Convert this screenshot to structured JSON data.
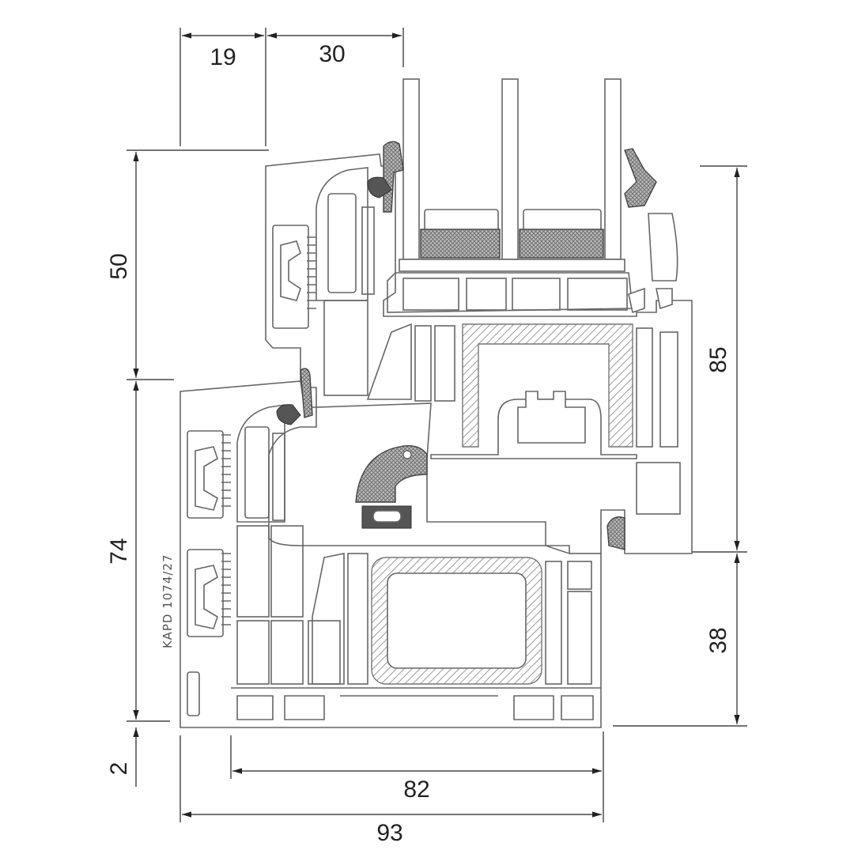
{
  "drawing": {
    "title_stamp": "KAPD 1074/27",
    "dimensions": {
      "top_left": "19",
      "top_right": "30",
      "left_upper": "50",
      "left_middle": "74",
      "left_lower": "2",
      "right_upper": "85",
      "right_lower": "38",
      "bottom_inner": "82",
      "bottom_outer": "93"
    },
    "colors": {
      "line": "#666666",
      "dimension": "#222222",
      "seal": "#555555"
    }
  }
}
